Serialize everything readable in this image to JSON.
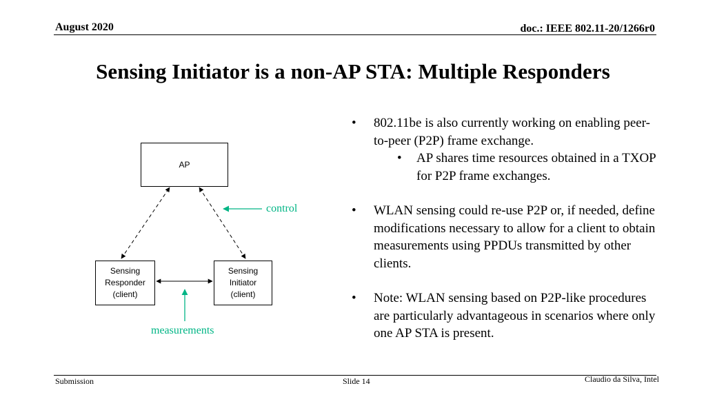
{
  "header": {
    "date": "August 2020",
    "doc_id": "doc.: IEEE 802.11-20/1266r0"
  },
  "slide": {
    "title": "Sensing Initiator is a non-AP STA: Multiple Responders"
  },
  "diagram": {
    "ap_label": "AP",
    "responder_label": "Sensing\nResponder\n(client)",
    "initiator_label": "Sensing\nInitiator\n(client)",
    "control_label": "control",
    "measurements_label": "measurements",
    "accent_color": "#00b585"
  },
  "bullets": {
    "b1": "802.11be is also currently working on enabling peer-to-peer (P2P) frame exchange.",
    "b1_sub1": "AP shares time resources obtained in a TXOP for P2P frame exchanges.",
    "b2": "WLAN sensing could re-use P2P or, if needed, define modifications necessary to allow for a client to obtain measurements using PPDUs transmitted by other clients.",
    "b3": "Note: WLAN sensing based on P2P-like procedures are particularly advantageous in scenarios where only one AP STA is present.",
    "marker": "•"
  },
  "footer": {
    "left": "Submission",
    "center": "Slide 14",
    "right": "Claudio da Silva, Intel"
  }
}
